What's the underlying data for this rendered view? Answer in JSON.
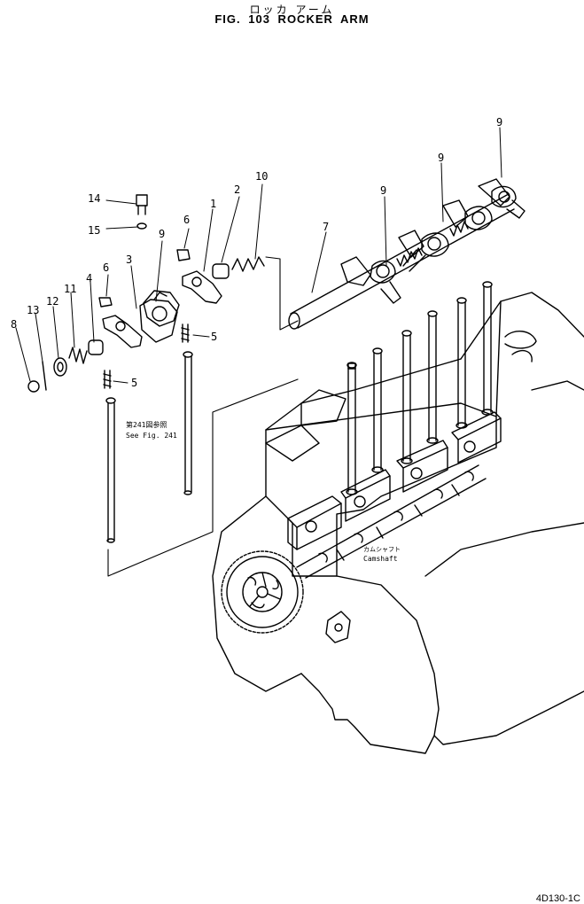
{
  "header": {
    "title_jp": "ロッカ アーム",
    "title_en": "FIG. 103  ROCKER  ARM"
  },
  "callouts": {
    "c1": "1",
    "c2": "2",
    "c3": "3",
    "c4": "4",
    "c5a": "5",
    "c5b": "5",
    "c6a": "6",
    "c6b": "6",
    "c7": "7",
    "c8": "8",
    "c9a": "9",
    "c9b": "9",
    "c9c": "9",
    "c9d": "9",
    "c10": "10",
    "c11": "11",
    "c12": "12",
    "c13": "13",
    "c14": "14",
    "c15": "15"
  },
  "notes": {
    "see_fig_jp": "第241図参照",
    "see_fig_en": "See Fig. 241",
    "camshaft_jp": "カムシャフト",
    "camshaft_en": "Camshaft"
  },
  "footer": {
    "drawing_code": "4D130-1C"
  }
}
